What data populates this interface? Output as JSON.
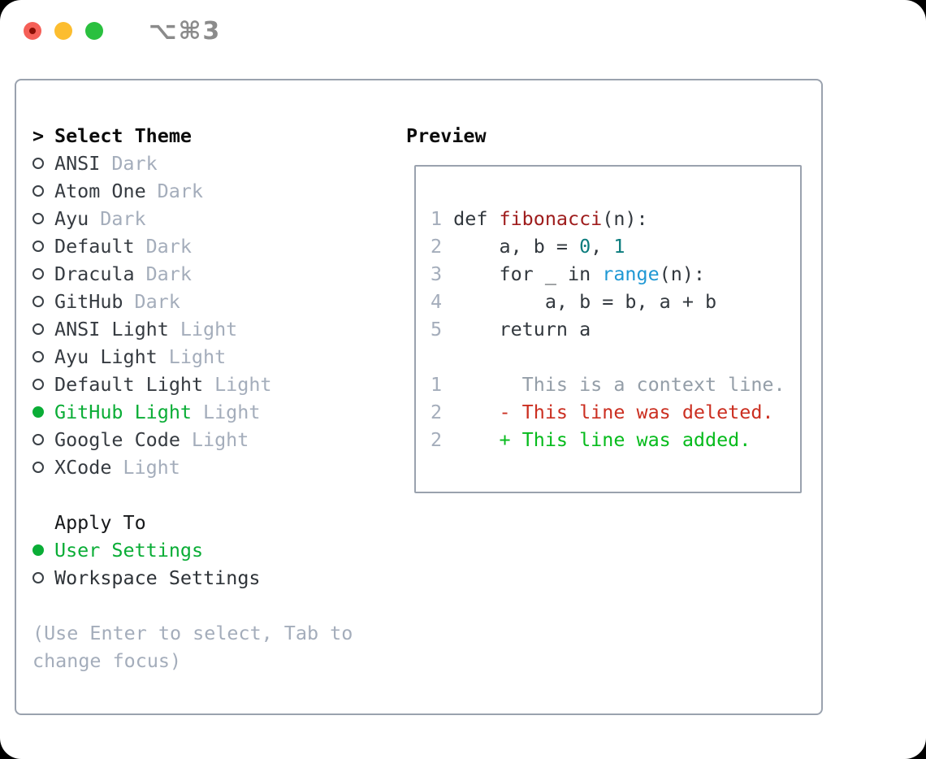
{
  "window": {
    "title": "⌥⌘3"
  },
  "theme_picker": {
    "prompt": ">",
    "title": "Select Theme",
    "items": [
      {
        "name": "ANSI",
        "tag": "Dark",
        "selected": false
      },
      {
        "name": "Atom One",
        "tag": "Dark",
        "selected": false
      },
      {
        "name": "Ayu",
        "tag": "Dark",
        "selected": false
      },
      {
        "name": "Default",
        "tag": "Dark",
        "selected": false
      },
      {
        "name": "Dracula",
        "tag": "Dark",
        "selected": false
      },
      {
        "name": "GitHub",
        "tag": "Dark",
        "selected": false
      },
      {
        "name": "ANSI Light",
        "tag": "Light",
        "selected": false
      },
      {
        "name": "Ayu Light",
        "tag": "Light",
        "selected": false
      },
      {
        "name": "Default Light",
        "tag": "Light",
        "selected": false
      },
      {
        "name": "GitHub Light",
        "tag": "Light",
        "selected": true
      },
      {
        "name": "Google Code",
        "tag": "Light",
        "selected": false
      },
      {
        "name": "XCode",
        "tag": "Light",
        "selected": false
      }
    ]
  },
  "apply_to": {
    "title": "Apply To",
    "options": [
      {
        "label": "User Settings",
        "selected": true
      },
      {
        "label": "Workspace Settings",
        "selected": false
      }
    ]
  },
  "footer": {
    "hint_line1": "(Use Enter to select, Tab to",
    "hint_line2": "change focus)"
  },
  "preview": {
    "title": "Preview",
    "code": {
      "rows": [
        {
          "num": "1",
          "tokens": [
            {
              "cls": "plain",
              "t": "def "
            },
            {
              "cls": "func",
              "t": "fibonacci"
            },
            {
              "cls": "plain",
              "t": "(n):"
            }
          ]
        },
        {
          "num": "2",
          "tokens": [
            {
              "cls": "plain",
              "t": "    a, b = "
            },
            {
              "cls": "number",
              "t": "0"
            },
            {
              "cls": "plain",
              "t": ", "
            },
            {
              "cls": "number",
              "t": "1"
            }
          ]
        },
        {
          "num": "3",
          "tokens": [
            {
              "cls": "plain",
              "t": "    for _ in "
            },
            {
              "cls": "builtin",
              "t": "range"
            },
            {
              "cls": "plain",
              "t": "(n):"
            }
          ]
        },
        {
          "num": "4",
          "tokens": [
            {
              "cls": "plain",
              "t": "        a, b = b, a + b"
            }
          ]
        },
        {
          "num": "5",
          "tokens": [
            {
              "cls": "plain",
              "t": "    return a"
            }
          ]
        },
        {
          "num": "",
          "tokens": []
        },
        {
          "num": "1",
          "tokens": [
            {
              "cls": "context",
              "t": "      This is a context line."
            }
          ]
        },
        {
          "num": "2",
          "tokens": [
            {
              "cls": "deleted",
              "t": "    - This line was deleted."
            }
          ]
        },
        {
          "num": "2",
          "tokens": [
            {
              "cls": "added",
              "t": "    + This line was added."
            }
          ]
        }
      ]
    }
  },
  "colors": {
    "accent_green": "#0aad36",
    "diff_deleted_red": "#cb2f21",
    "diff_added_green": "#06bb1c",
    "function_red": "#9e1c1c",
    "number_teal": "#0b7c7d",
    "builtin_blue": "#1f98d4",
    "muted_gray": "#a4adbb",
    "border_gray": "#9aa2ae",
    "traffic_red": "#f55f57",
    "traffic_yellow": "#fcbd2f",
    "traffic_green": "#2ac03f"
  }
}
